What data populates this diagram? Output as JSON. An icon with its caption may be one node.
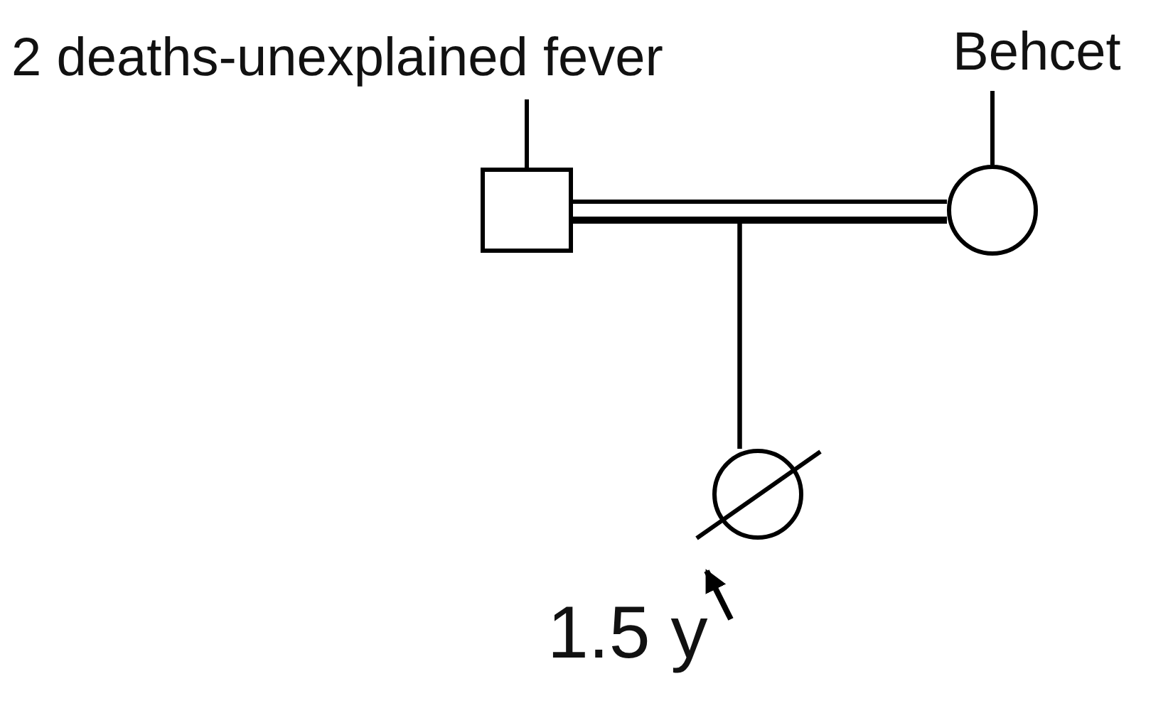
{
  "diagram": {
    "nodes": [
      {
        "text": [
          "2 deaths-unexplained fever"
        ]
      },
      {
        "text": [],
        "shape": "box"
      },
      {
        "text": [
          "Behcet"
        ]
      },
      {
        "text": [],
        "shape": "circle"
      },
      {
        "text": [],
        "shape": "circle"
      },
      {
        "text": [
          "1.5 y"
        ]
      }
    ],
    "edges": [
      {
        "from": 0,
        "to": 1,
        "arrow": "none"
      },
      {
        "from": 2,
        "to": 3,
        "arrow": "none"
      },
      {
        "from": 1,
        "to": 3,
        "arrow": "none"
      },
      {
        "from": 1,
        "to": 4,
        "arrow": "none"
      },
      {
        "from": 3,
        "to": 4,
        "arrow": "none"
      },
      {
        "from": 5,
        "to": 4,
        "arrow": "to"
      }
    ]
  }
}
